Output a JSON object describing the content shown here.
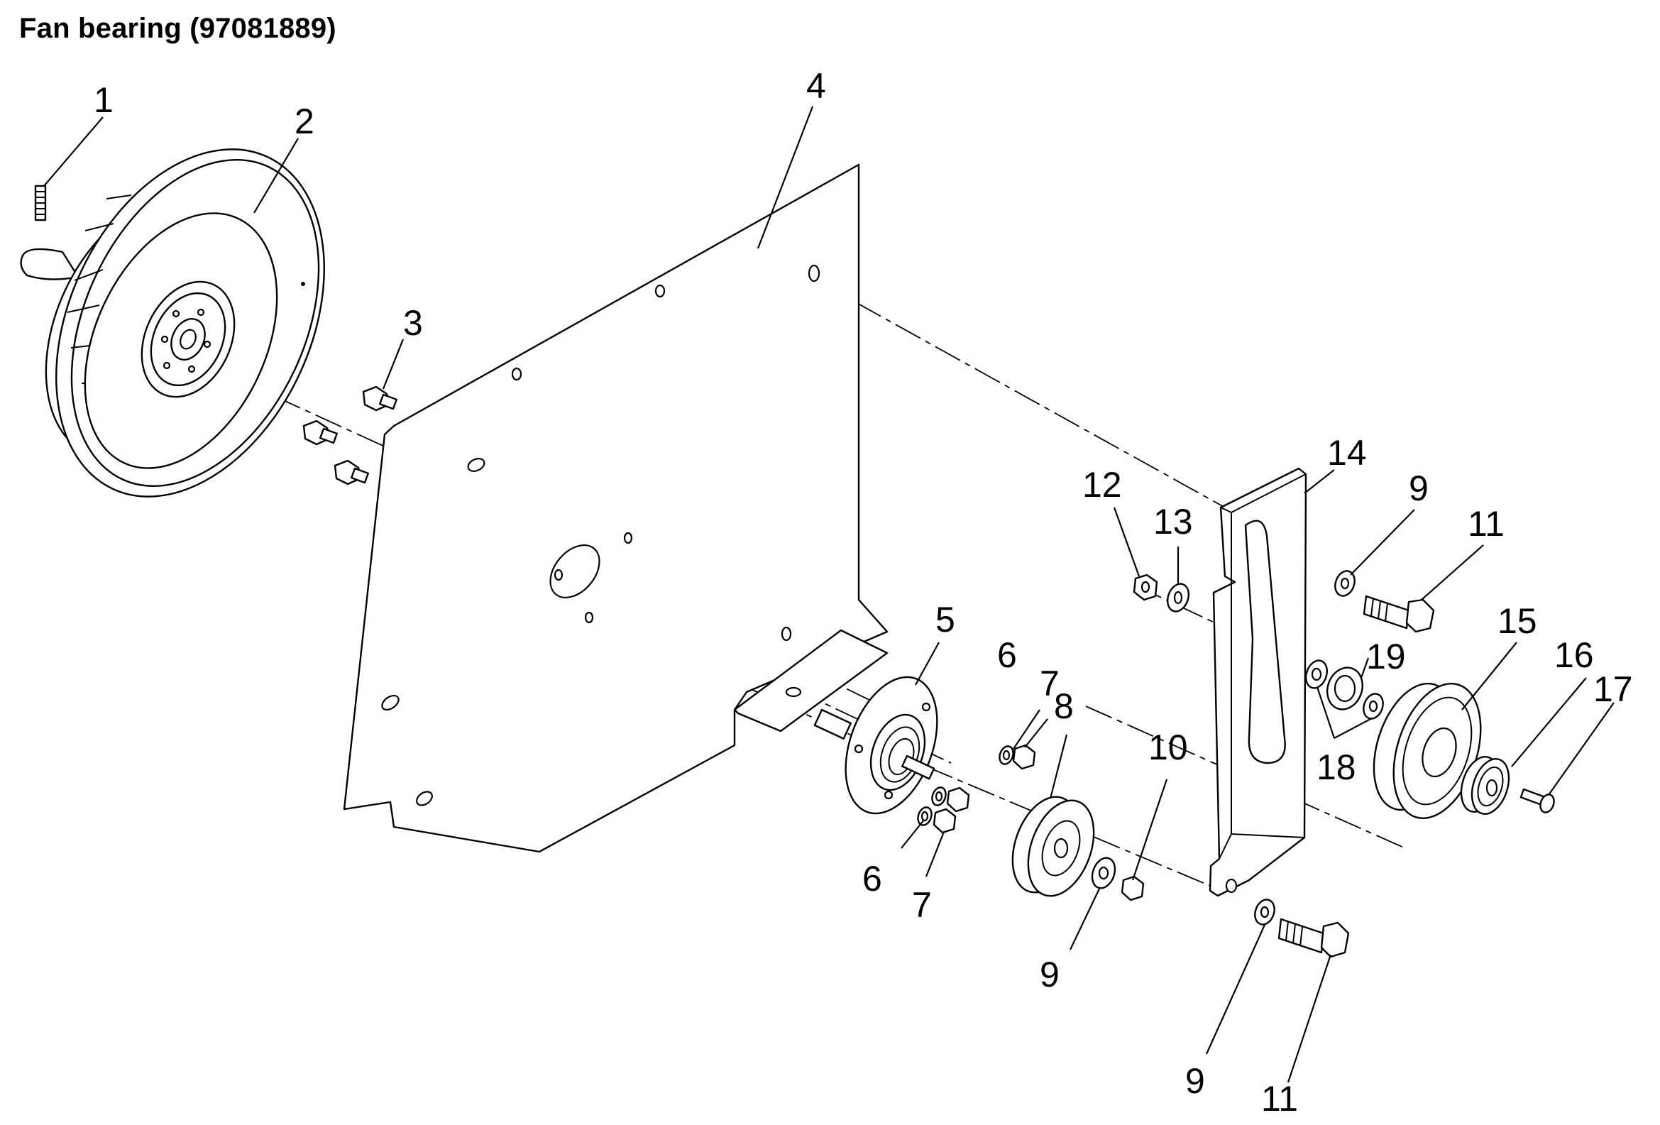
{
  "title": "Fan bearing (97081889)",
  "callouts": [
    {
      "id": "c1",
      "text": "1"
    },
    {
      "id": "c2",
      "text": "2"
    },
    {
      "id": "c3",
      "text": "3"
    },
    {
      "id": "c4",
      "text": "4"
    },
    {
      "id": "c5",
      "text": "5"
    },
    {
      "id": "c6a",
      "text": "6"
    },
    {
      "id": "c6b",
      "text": "6"
    },
    {
      "id": "c7a",
      "text": "7"
    },
    {
      "id": "c7b",
      "text": "7"
    },
    {
      "id": "c8",
      "text": "8"
    },
    {
      "id": "c9a",
      "text": "9"
    },
    {
      "id": "c9b",
      "text": "9"
    },
    {
      "id": "c9c",
      "text": "9"
    },
    {
      "id": "c10",
      "text": "10"
    },
    {
      "id": "c11a",
      "text": "11"
    },
    {
      "id": "c11b",
      "text": "11"
    },
    {
      "id": "c12",
      "text": "12"
    },
    {
      "id": "c13",
      "text": "13"
    },
    {
      "id": "c14",
      "text": "14"
    },
    {
      "id": "c15",
      "text": "15"
    },
    {
      "id": "c16",
      "text": "16"
    },
    {
      "id": "c17",
      "text": "17"
    },
    {
      "id": "c18",
      "text": "18"
    },
    {
      "id": "c19",
      "text": "19"
    }
  ]
}
